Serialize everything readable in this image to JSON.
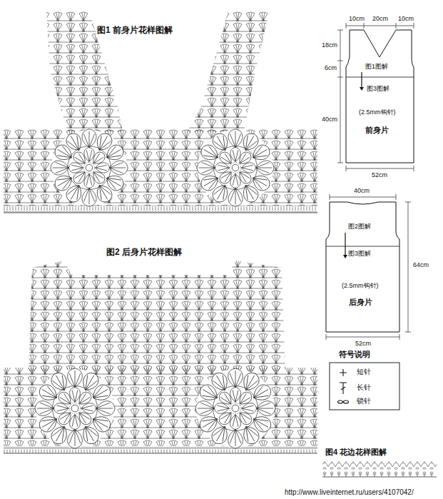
{
  "diagram": {
    "nodes": [
      {
        "text": [
          "图1图解",
          "图3图解",
          "(2.5mm钩针)",
          "前身片"
        ]
      },
      {
        "text": [
          "图2图解",
          "图3图解",
          "(2.5mm钩针)",
          "后身片"
        ]
      }
    ],
    "labels": [
      "图1 前身片花样图解",
      "图2 后身片花样图解",
      "10cm",
      "20cm",
      "10cm",
      "18cm",
      "6cm",
      "40cm",
      "52cm",
      "40cm",
      "64cm",
      "52cm",
      "符号说明",
      "图4 花边花样图解",
      "http://www.liveinternet.ru/users/4107042/"
    ],
    "legend": [
      {
        "text": "短针"
      },
      {
        "text": "长针"
      },
      {
        "text": "锁针"
      }
    ]
  }
}
